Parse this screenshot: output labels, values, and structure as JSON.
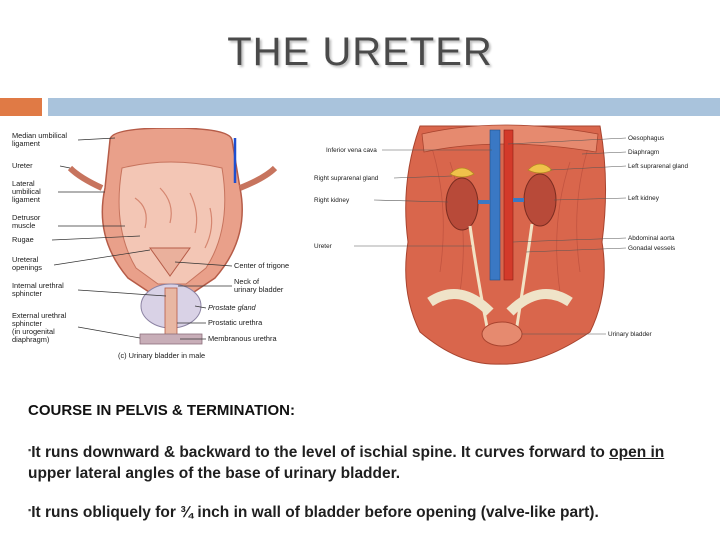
{
  "title": "THE URETER",
  "left_figure": {
    "labels_left": [
      "Median umbilical",
      "ligament",
      "Ureter",
      "Lateral",
      "umbilical",
      "ligament",
      "Detrusor",
      "muscle",
      "Rugae",
      "Ureteral",
      "openings",
      "Internal urethral",
      "sphincter",
      "External urethral",
      "sphincter",
      "(in urogenital",
      "diaphragm)"
    ],
    "labels_right": [
      "Center of trigone",
      "Neck of",
      "urinary bladder",
      "Prostate gland",
      "Prostatic urethra",
      "Membranous urethra"
    ],
    "caption": "(c) Urinary bladder in male"
  },
  "right_figure": {
    "labels_left": [
      "Inferior vena cava",
      "Right suprarenal gland",
      "Right kidney",
      "Ureter"
    ],
    "labels_right": [
      "Oesophagus",
      "Diaphragm",
      "Left suprarenal gland",
      "Left kidney",
      "Abdominal aorta",
      "Gonadal vessels",
      "Urinary bladder"
    ]
  },
  "section_heading": "COURSE IN PELVIS & TERMINATION:",
  "paragraph1": {
    "bullet": "▪",
    "part1": "It runs downward & backward to the level of ischial spine. It curves forward to ",
    "underlined": "open in",
    "part2": " upper lateral angles of the base of urinary bladder."
  },
  "paragraph2": {
    "bullet": "▪",
    "text": "It runs obliquely for ¾ inch in wall of bladder before opening (valve-like part)."
  },
  "colors": {
    "orange_accent": "#e07a45",
    "blue_bar": "#a9c3dc",
    "muscle": "#d9664c",
    "vessel_blue": "#3a78c4"
  }
}
